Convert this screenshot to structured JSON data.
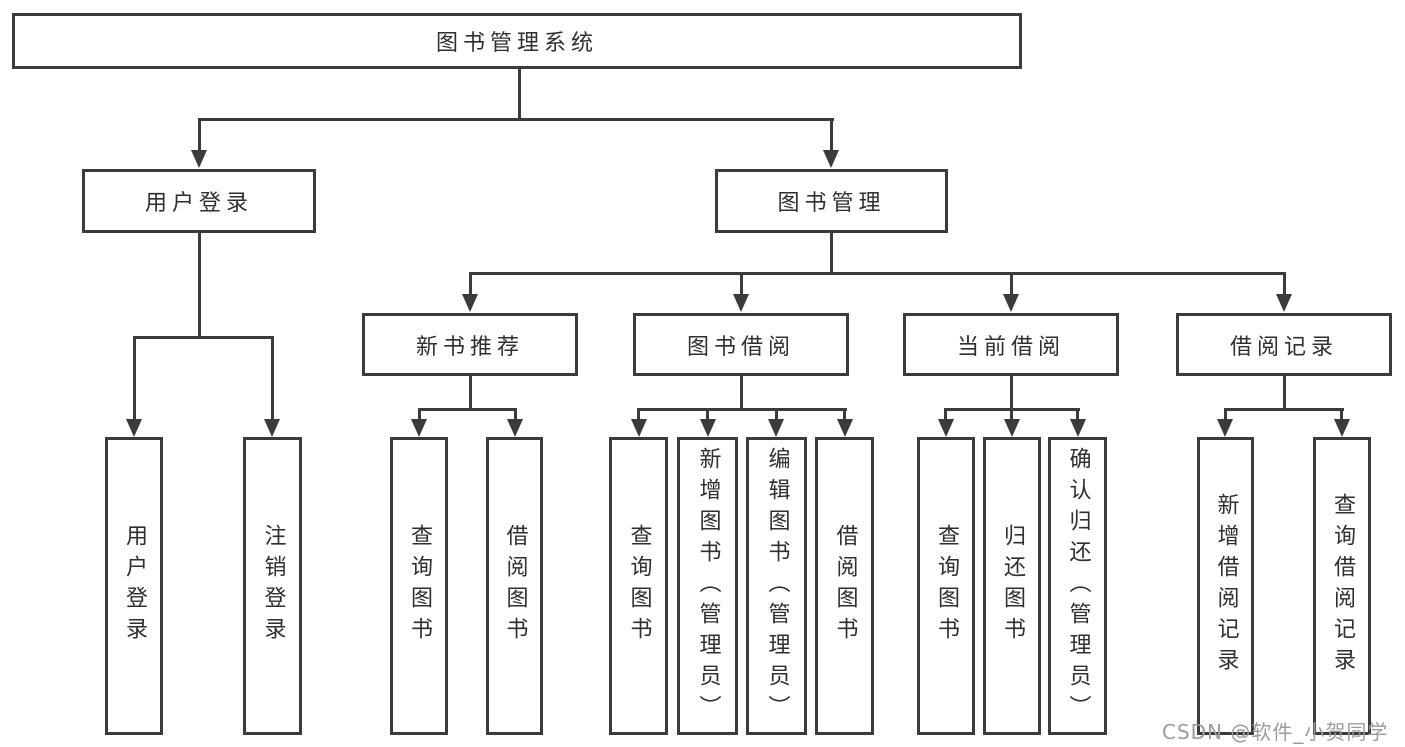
{
  "diagram": {
    "type": "tree-diagram",
    "colors": {
      "line": "#3b3b3b",
      "box_border": "#3b3b3b",
      "box_fill": "#ffffff",
      "text": "#2f2f2f",
      "watermark": "#9c9c9c",
      "background": "#ffffff"
    },
    "nodes": {
      "root": "图书管理系统",
      "user_login": "用户登录",
      "book_mgmt": "图书管理",
      "new_book_rec": "新书推荐",
      "book_borrow": "图书借阅",
      "current_borrow": "当前借阅",
      "borrow_record": "借阅记录",
      "leaf_user_login": "用户登录",
      "leaf_logout": "注销登录",
      "leaf_query_book_rec": "查询图书",
      "leaf_borrow_book_rec": "借阅图书",
      "leaf_query_book_borrow": "查询图书",
      "leaf_add_book_admin": "新增图书（管理员）",
      "leaf_edit_book_admin": "编辑图书（管理员）",
      "leaf_borrow_book_borrow": "借阅图书",
      "leaf_query_book_current": "查询图书",
      "leaf_return_book": "归还图书",
      "leaf_confirm_return_admin": "确认归还（管理员）",
      "leaf_add_borrow_record": "新增借阅记录",
      "leaf_query_borrow_record": "查询借阅记录"
    },
    "tree": {
      "图书管理系统": {
        "用户登录": [
          "用户登录",
          "注销登录"
        ],
        "图书管理": {
          "新书推荐": [
            "查询图书",
            "借阅图书"
          ],
          "图书借阅": [
            "查询图书",
            "新增图书（管理员）",
            "编辑图书（管理员）",
            "借阅图书"
          ],
          "当前借阅": [
            "查询图书",
            "归还图书",
            "确认归还（管理员）"
          ],
          "借阅记录": [
            "新增借阅记录",
            "查询借阅记录"
          ]
        }
      }
    },
    "watermark": "CSDN @软件_小贺同学"
  }
}
